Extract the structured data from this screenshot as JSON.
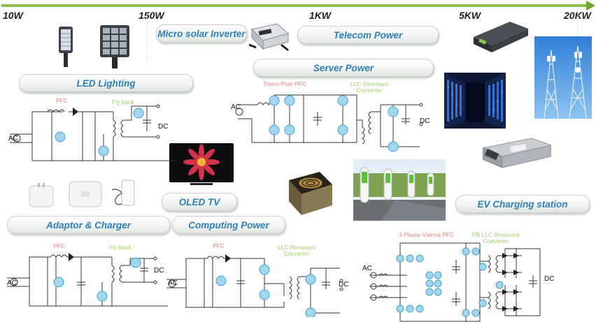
{
  "power_scale": {
    "markers": [
      "10W",
      "150W",
      "1KW",
      "5KW",
      "20KW"
    ],
    "arrow_color": "#8bc34a"
  },
  "applications": {
    "micro_solar_inverter": "Micro solar Inverter",
    "telecom_power": "Telecom Power",
    "server_power": "Server Power",
    "led_lighting": "LED Lighting",
    "oled_tv": "OLED TV",
    "ev_charging_station": "EV Charging station",
    "adaptor_charger": "Adaptor & Charger",
    "computing_power": "Computing Power"
  },
  "circuits": {
    "led": {
      "pfc": "PFC",
      "converter": "Fly back",
      "ac": "AC",
      "dc": "DC"
    },
    "server": {
      "pfc": "Totem Pole PFC",
      "converter": "LLC Resonant Converter",
      "ac": "AC",
      "dc": "DC"
    },
    "adaptor": {
      "pfc": "PFC",
      "converter": "Fly back",
      "ac": "AC",
      "dc": "DC"
    },
    "computing": {
      "pfc": "PFC",
      "converter": "LLC Resonant Converter",
      "ac": "AC",
      "dc": "DC"
    },
    "ev": {
      "pfc": "3 Phase Vienna PFC",
      "converter": "FB LLC Resonant Converter",
      "ac": "AC",
      "dc": "DC"
    }
  },
  "colors": {
    "label_text": "#2c7fb8",
    "pfc_label": "#e88080",
    "converter_label": "#9fcf6a",
    "switch_fill": "#9fd8ee",
    "switch_stroke": "#4a9fc8"
  }
}
